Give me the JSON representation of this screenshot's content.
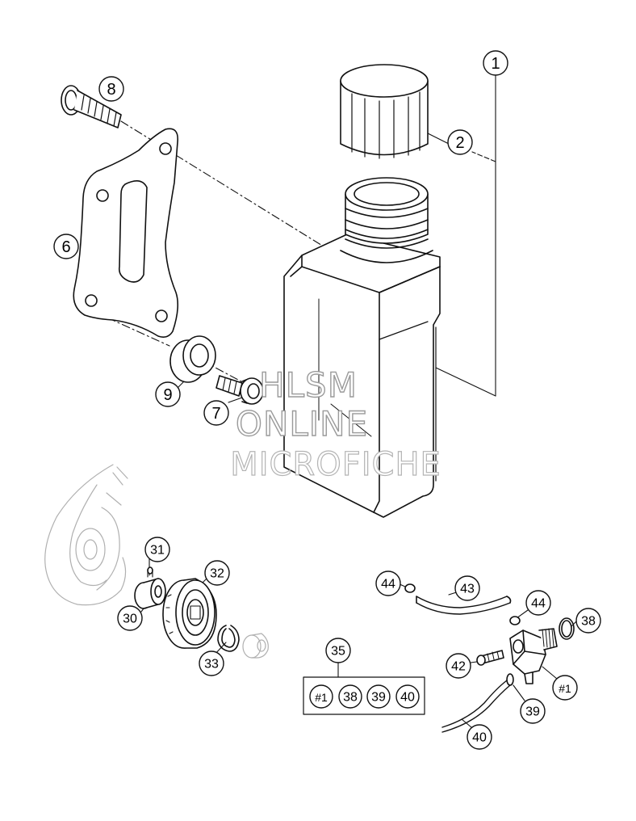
{
  "callouts": {
    "c1": "1",
    "c2": "2",
    "c6": "6",
    "c7": "7",
    "c8": "8",
    "c9": "9",
    "c30": "30",
    "c31": "31",
    "c32": "32",
    "c33": "33",
    "c35": "35",
    "c38": "38",
    "c39": "39",
    "c40": "40",
    "c42": "42",
    "c43": "43",
    "c44a": "44",
    "c44b": "44",
    "h1": "#1"
  },
  "kit": {
    "k1": "#1",
    "k2": "38",
    "k3": "39",
    "k4": "40"
  },
  "watermark": {
    "line1": "HLSM",
    "line2": "ONLINE",
    "line3": "MICROFICHE"
  },
  "colors": {
    "line": "#111111",
    "faint": "#b0b0b0",
    "watermark_stroke": "#9a9a9a"
  }
}
